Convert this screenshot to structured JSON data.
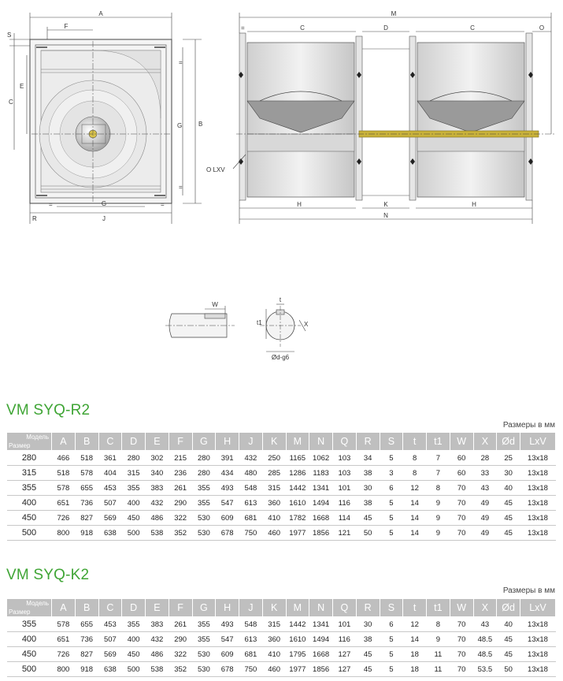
{
  "drawing_labels": {
    "front": {
      "A": "A",
      "F": "F",
      "S": "S",
      "C": "C",
      "E": "E",
      "G_right": "G",
      "B": "B",
      "eq_top": "=",
      "eq_bot": "=",
      "eq_left": "=",
      "eq_right": "=",
      "G_bottom": "G",
      "J": "J",
      "R": "R"
    },
    "side": {
      "M": "M",
      "C1": "C",
      "D": "D",
      "C2": "C",
      "O": "O",
      "eq": "=",
      "OLXV": "O LXV",
      "H1": "H",
      "K": "K",
      "H2": "H",
      "N": "N"
    },
    "shaft": {
      "W": "W",
      "t": "t",
      "t1": "t1",
      "X": "X",
      "d": "Ød-g6"
    }
  },
  "sections": [
    {
      "title": "VM SYQ-R2",
      "units": "Размеры в мм",
      "corner_top": "Модель",
      "corner_bottom": "Размер",
      "columns": [
        "A",
        "B",
        "C",
        "D",
        "E",
        "F",
        "G",
        "H",
        "J",
        "K",
        "M",
        "N",
        "Q",
        "R",
        "S",
        "t",
        "t1",
        "W",
        "X",
        "Ød",
        "LxV"
      ],
      "rows": [
        {
          "size": "280",
          "values": [
            "466",
            "518",
            "361",
            "280",
            "302",
            "215",
            "280",
            "391",
            "432",
            "250",
            "1165",
            "1062",
            "103",
            "34",
            "5",
            "8",
            "7",
            "60",
            "28",
            "25",
            "13x18"
          ]
        },
        {
          "size": "315",
          "values": [
            "518",
            "578",
            "404",
            "315",
            "340",
            "236",
            "280",
            "434",
            "480",
            "285",
            "1286",
            "1183",
            "103",
            "38",
            "3",
            "8",
            "7",
            "60",
            "33",
            "30",
            "13x18"
          ]
        },
        {
          "size": "355",
          "values": [
            "578",
            "655",
            "453",
            "355",
            "383",
            "261",
            "355",
            "493",
            "548",
            "315",
            "1442",
            "1341",
            "101",
            "30",
            "6",
            "12",
            "8",
            "70",
            "43",
            "40",
            "13x18"
          ]
        },
        {
          "size": "400",
          "values": [
            "651",
            "736",
            "507",
            "400",
            "432",
            "290",
            "355",
            "547",
            "613",
            "360",
            "1610",
            "1494",
            "116",
            "38",
            "5",
            "14",
            "9",
            "70",
            "49",
            "45",
            "13x18"
          ]
        },
        {
          "size": "450",
          "values": [
            "726",
            "827",
            "569",
            "450",
            "486",
            "322",
            "530",
            "609",
            "681",
            "410",
            "1782",
            "1668",
            "114",
            "45",
            "5",
            "14",
            "9",
            "70",
            "49",
            "45",
            "13x18"
          ]
        },
        {
          "size": "500",
          "values": [
            "800",
            "918",
            "638",
            "500",
            "538",
            "352",
            "530",
            "678",
            "750",
            "460",
            "1977",
            "1856",
            "121",
            "50",
            "5",
            "14",
            "9",
            "70",
            "49",
            "45",
            "13x18"
          ]
        }
      ]
    },
    {
      "title": "VM SYQ-K2",
      "units": "Размеры в мм",
      "corner_top": "Модель",
      "corner_bottom": "Размер",
      "columns": [
        "A",
        "B",
        "C",
        "D",
        "E",
        "F",
        "G",
        "H",
        "J",
        "K",
        "M",
        "N",
        "Q",
        "R",
        "S",
        "t",
        "t1",
        "W",
        "X",
        "Ød",
        "LxV"
      ],
      "rows": [
        {
          "size": "355",
          "values": [
            "578",
            "655",
            "453",
            "355",
            "383",
            "261",
            "355",
            "493",
            "548",
            "315",
            "1442",
            "1341",
            "101",
            "30",
            "6",
            "12",
            "8",
            "70",
            "43",
            "40",
            "13x18"
          ]
        },
        {
          "size": "400",
          "values": [
            "651",
            "736",
            "507",
            "400",
            "432",
            "290",
            "355",
            "547",
            "613",
            "360",
            "1610",
            "1494",
            "116",
            "38",
            "5",
            "14",
            "9",
            "70",
            "48.5",
            "45",
            "13x18"
          ]
        },
        {
          "size": "450",
          "values": [
            "726",
            "827",
            "569",
            "450",
            "486",
            "322",
            "530",
            "609",
            "681",
            "410",
            "1795",
            "1668",
            "127",
            "45",
            "5",
            "18",
            "11",
            "70",
            "48.5",
            "45",
            "13x18"
          ]
        },
        {
          "size": "500",
          "values": [
            "800",
            "918",
            "638",
            "500",
            "538",
            "352",
            "530",
            "678",
            "750",
            "460",
            "1977",
            "1856",
            "127",
            "45",
            "5",
            "18",
            "11",
            "70",
            "53.5",
            "50",
            "13x18"
          ]
        }
      ]
    }
  ],
  "colors": {
    "title_green": "#3fa535",
    "header_gray": "#bfbfbf",
    "shaft_yellow": "#c9b23a"
  }
}
